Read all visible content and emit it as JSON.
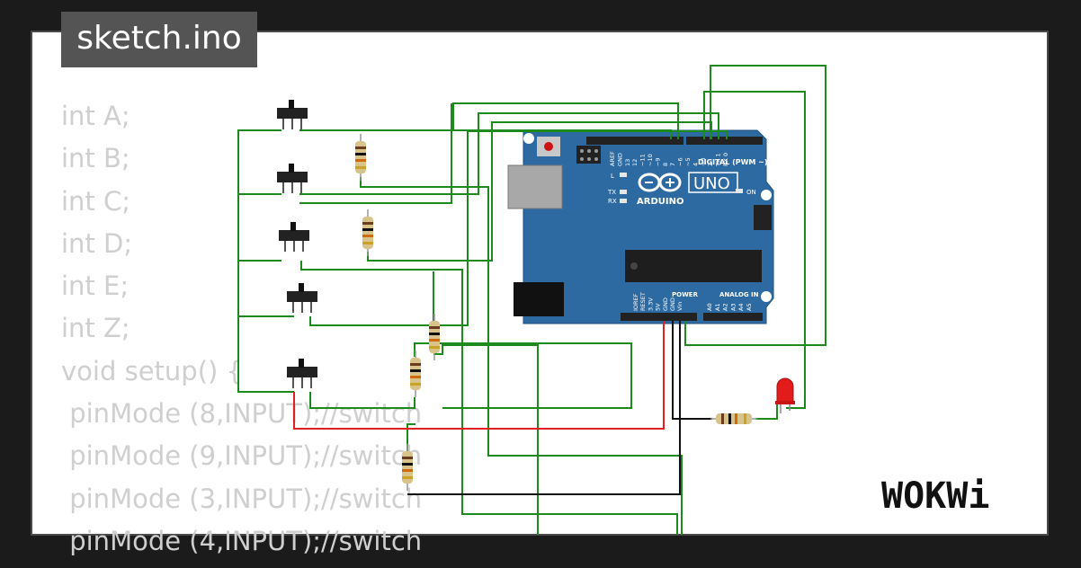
{
  "header": {
    "title": "sketch.ino"
  },
  "code_lines": [
    "int A;",
    "int B;",
    "int C;",
    "int D;",
    "int E;",
    "int Z;",
    "void setup() {",
    " pinMode (8,INPUT);//switch",
    " pinMode (9,INPUT);//switch",
    " pinMode (3,INPUT);//switch",
    " pinMode (4,INPUT);//switch"
  ],
  "board": {
    "brand": "ARDUINO",
    "model": "UNO",
    "digital_label": "DIGITAL (PWM ~)",
    "power_label": "POWER",
    "analog_label": "ANALOG IN",
    "on_label": "ON",
    "tx_label": "TX",
    "rx_label": "RX",
    "l_label": "L",
    "digital_pins": [
      "AREF",
      "GND",
      "13",
      "12",
      "~11",
      "~10",
      "~9",
      "8",
      "7",
      "~6",
      "~5",
      "4",
      "~3",
      "2",
      "TX 1",
      "RX 0"
    ],
    "power_pins": [
      "IOREF",
      "RESET",
      "3.3V",
      "5V",
      "GND",
      "GND",
      "Vin"
    ],
    "analog_pins": [
      "A0",
      "A1",
      "A2",
      "A3",
      "A4",
      "A5"
    ]
  },
  "colors": {
    "wire_green": "#1d8a1d",
    "wire_red": "#e02020",
    "wire_black": "#111111",
    "board_blue": "#2e6aa2",
    "led_red": "#e21b1b",
    "code_text": "#cfcfcf",
    "tab_bg": "#545454"
  },
  "logo": {
    "text": "WOKWi"
  }
}
